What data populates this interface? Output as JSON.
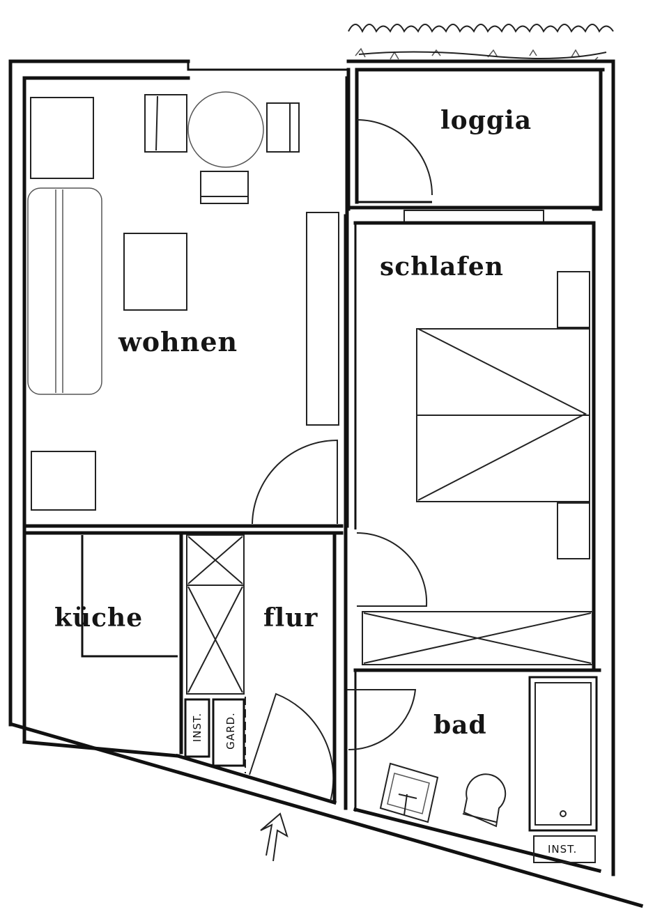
{
  "plan": {
    "rooms": [
      {
        "id": "loggia",
        "label": "loggia"
      },
      {
        "id": "wohnen",
        "label": "wohnen"
      },
      {
        "id": "schlafen",
        "label": "schlafen"
      },
      {
        "id": "kueche",
        "label": "küche"
      },
      {
        "id": "flur",
        "label": "flur"
      },
      {
        "id": "bad",
        "label": "bad"
      }
    ],
    "annotations": {
      "inst_flur": "INST.",
      "gard": "GARD.",
      "inst_bad": "INST."
    },
    "entrance_arrow": "entrance-arrow"
  }
}
